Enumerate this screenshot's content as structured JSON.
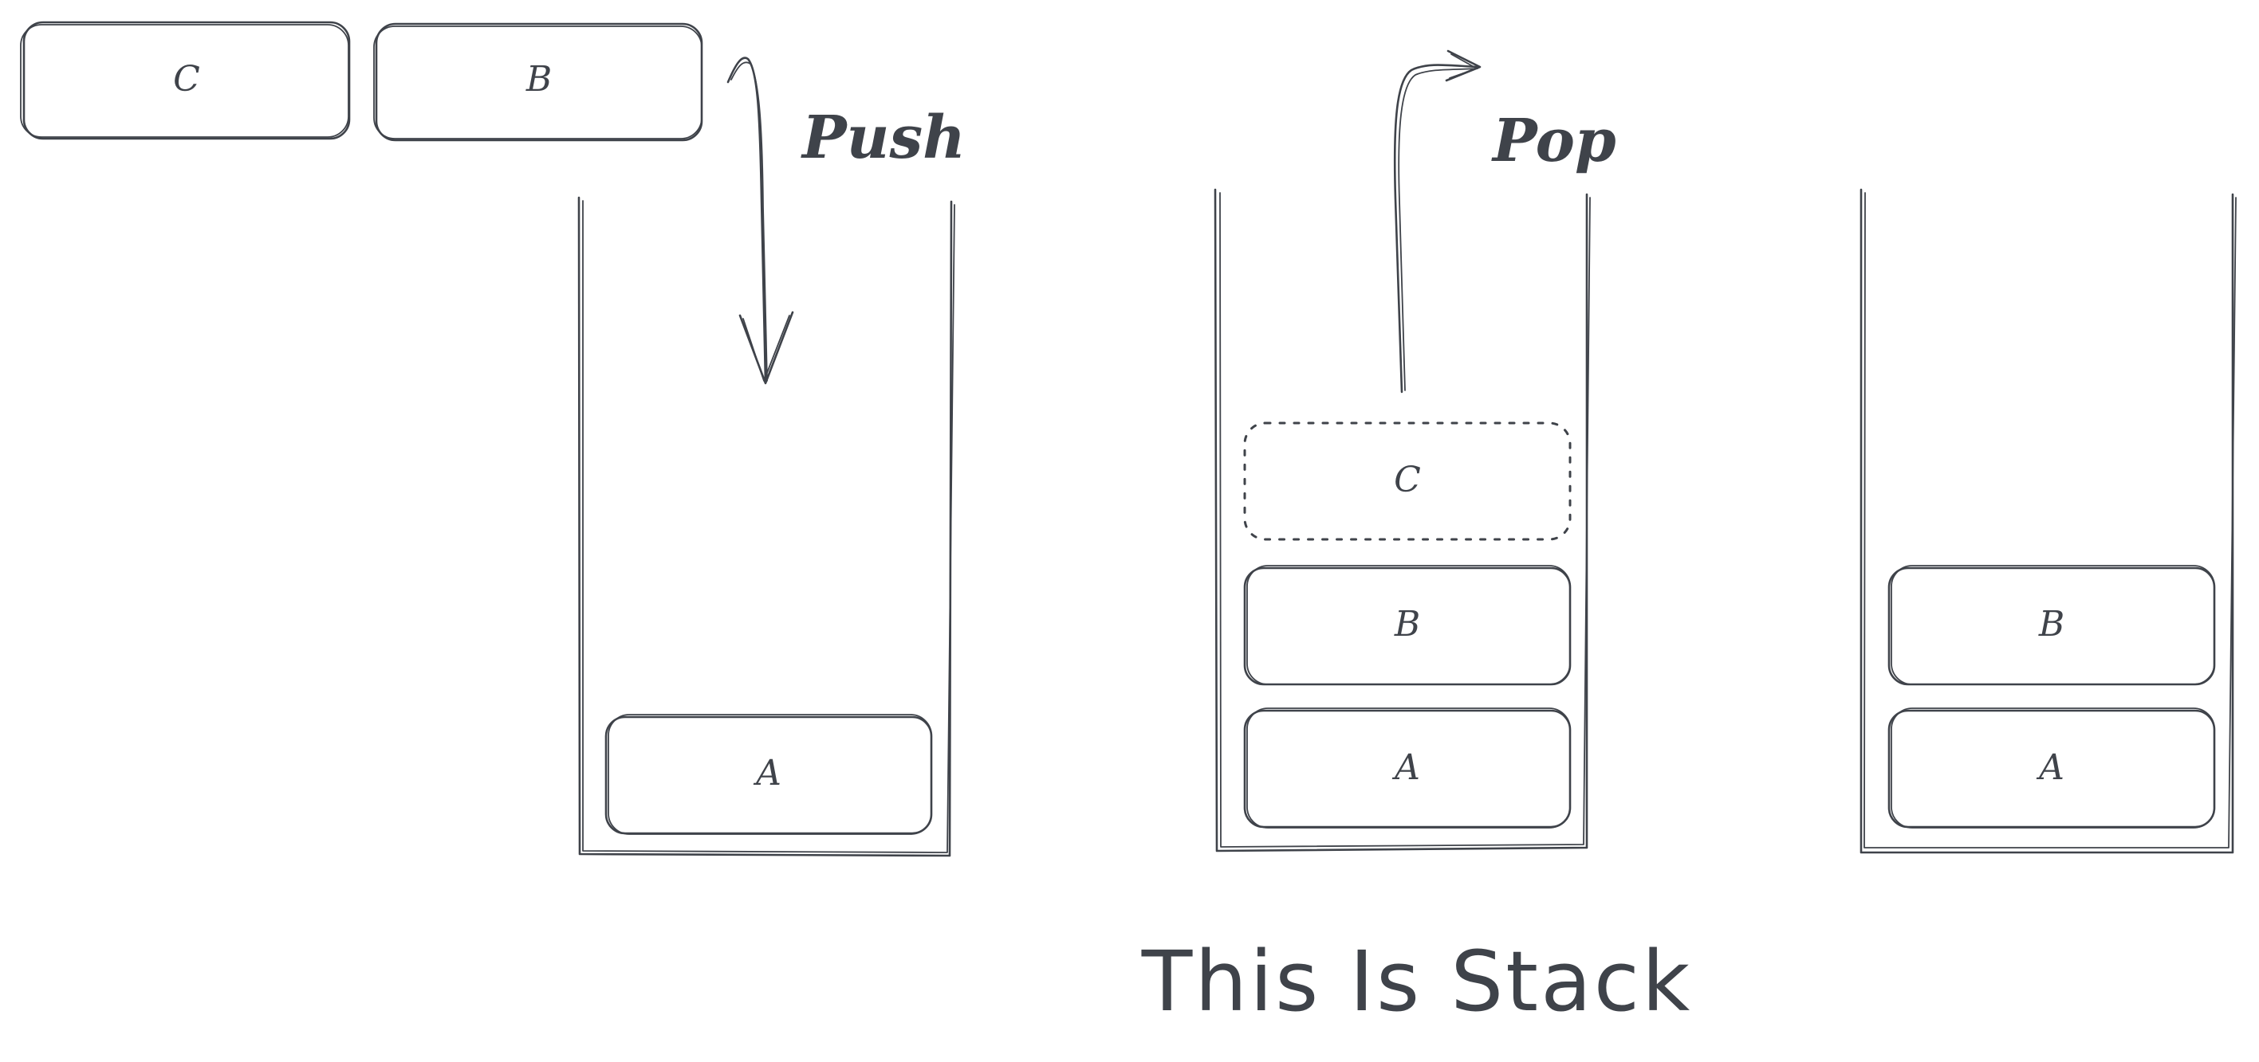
{
  "diagram": {
    "title": "This Is Stack",
    "operations": {
      "push": "Push",
      "pop": "Pop"
    },
    "waiting_blocks": [
      "C",
      "B"
    ],
    "stack_push": {
      "blocks": [
        "A"
      ]
    },
    "stack_pop": {
      "popped_block": "C",
      "blocks": [
        "B",
        "A"
      ]
    },
    "stack_result": {
      "blocks": [
        "B",
        "A"
      ]
    },
    "colors": {
      "ink": "#3f434a",
      "background": "#ffffff"
    }
  }
}
